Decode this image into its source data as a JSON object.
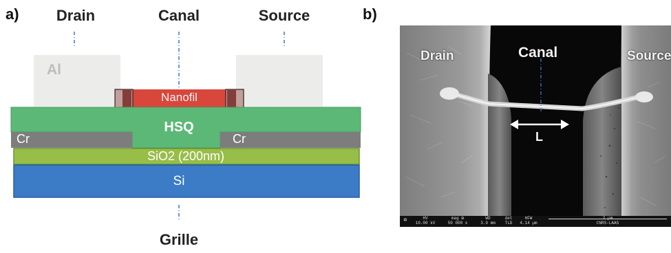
{
  "panel_a": {
    "label": "a)",
    "titles": {
      "drain": "Drain",
      "canal": "Canal",
      "source": "Source",
      "grille": "Grille"
    },
    "layers": {
      "al": "Al",
      "nanofil": "Nanofil",
      "hsq": "HSQ",
      "cr_left": "Cr",
      "cr_right": "Cr",
      "sio2": "SiO2 (200nm)",
      "si": "Si"
    },
    "colors": {
      "al": "#ececea",
      "nanofil": "#d9463b",
      "hsq": "#5cb876",
      "cr": "#7d7d7d",
      "sio2": "#97be49",
      "si": "#3c7bc6",
      "guide": "#3b77c9"
    }
  },
  "panel_b": {
    "label": "b)",
    "labels": {
      "drain": "Drain",
      "canal": "Canal",
      "source": "Source",
      "length": "L"
    },
    "databar": {
      "hv_label": "HV",
      "hv_value": "10.00 kV",
      "mag_label": "mag ⊞",
      "mag_value": "50 000 x",
      "wd_label": "WD",
      "wd_value": "3.9 mm",
      "det_label": "det",
      "det_value": "TLD",
      "hfw_label": "HFW",
      "hfw_value": "4.14 µm",
      "scale_label": "2 µm",
      "institution": "CNRS-LAAS"
    }
  }
}
